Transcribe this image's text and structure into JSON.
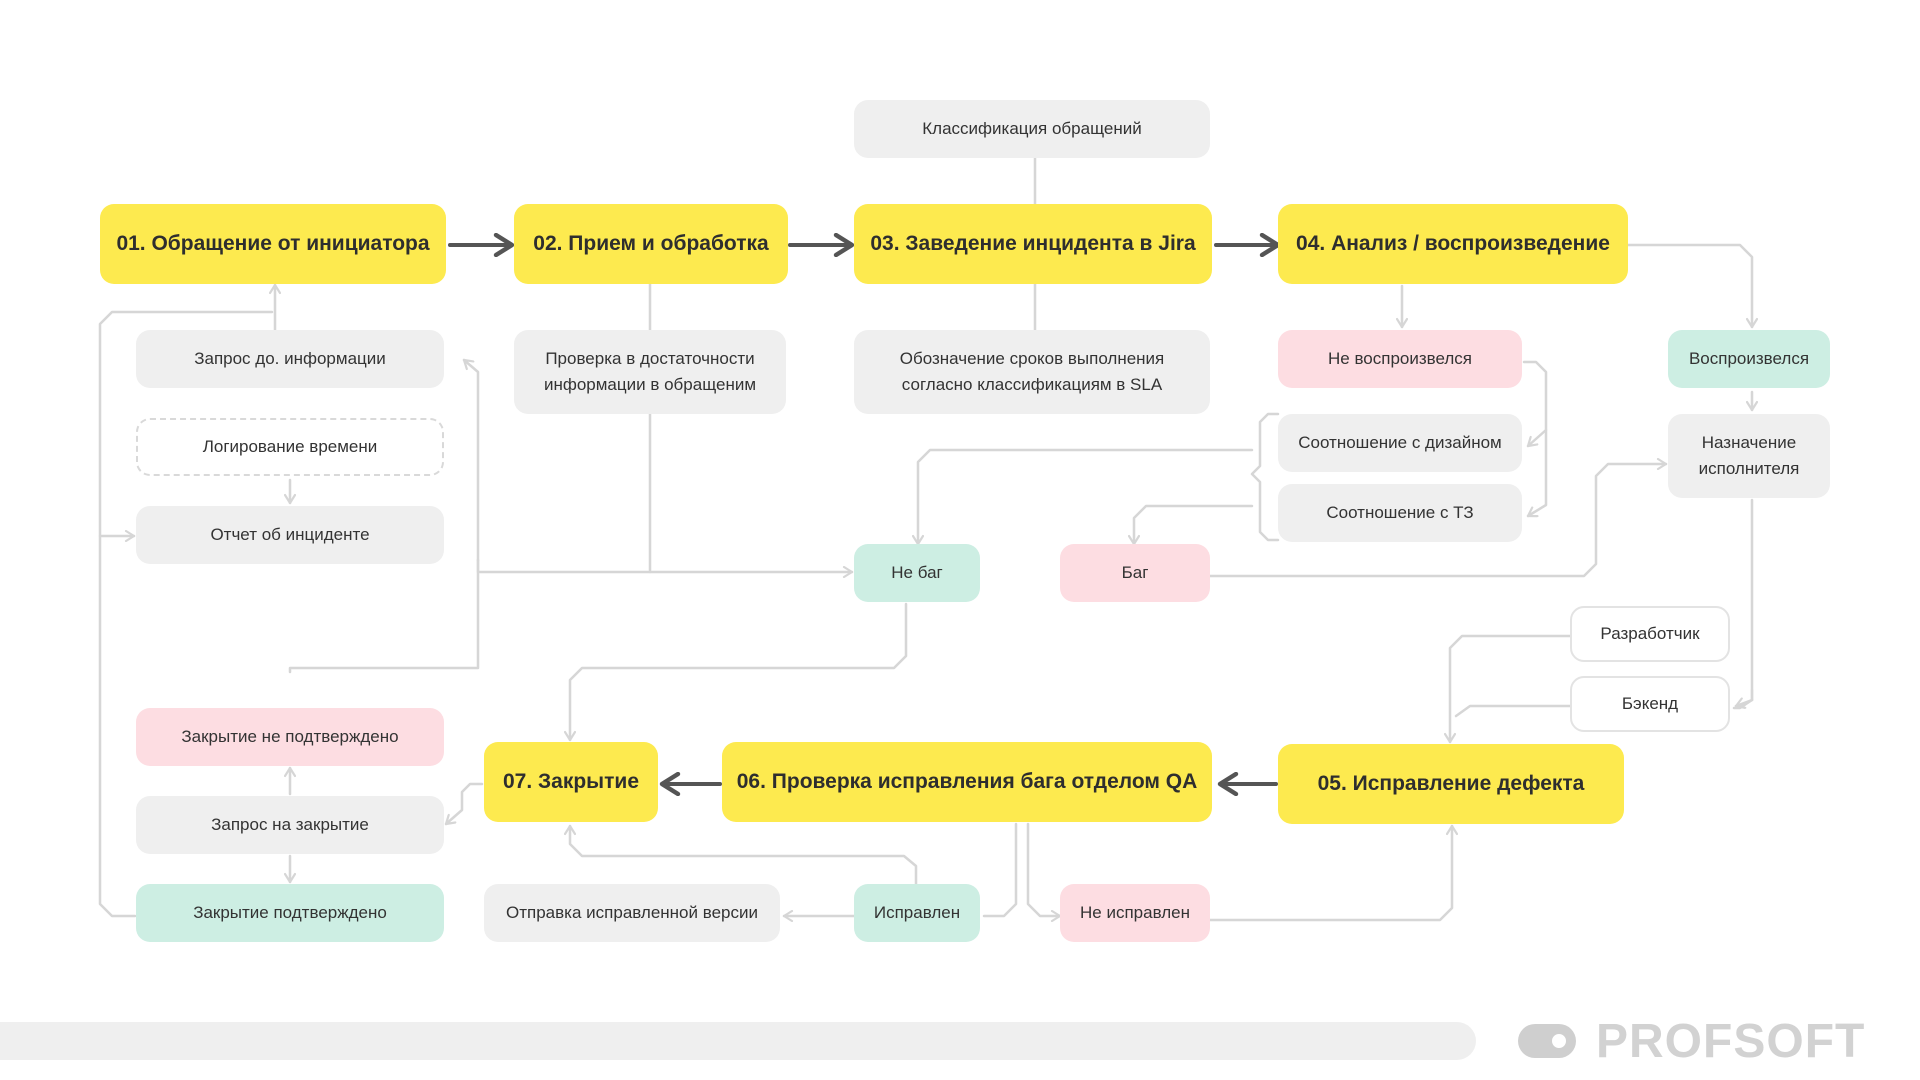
{
  "stages": {
    "s1": "01. Обращение от инициатора",
    "s2": "02. Прием и обработка",
    "s3": "03. Заведение инцидента в Jira",
    "s4": "04. Анализ / воспроизведение",
    "s5": "05. Исправление дефекта",
    "s6": "06. Проверка исправления бага отделом QA",
    "s7": "07. Закрытие"
  },
  "steps": {
    "classification": "Классификация обращений",
    "request_info": "Запрос до. информации",
    "time_logging": "Логирование времени",
    "incident_report": "Отчет об инциденте",
    "check_info": "Проверка в достаточности\nинформации в обращеним",
    "sla_terms": "Обозначение сроков выполнения\nсогласно классификациям в SLA",
    "not_reproduced": "Не воспроизвелся",
    "reproduced": "Воспроизвелся",
    "design_match": "Соотношение с дизайном",
    "spec_match": "Соотношение с ТЗ",
    "assign": "Назначение\nисполнителя",
    "not_bug": "Не баг",
    "bug": "Баг",
    "developer": "Разработчик",
    "backend": "Бэкенд",
    "closure_not_confirmed": "Закрытие не подтверждено",
    "closure_request": "Запрос на закрытие",
    "closure_confirmed": "Закрытие подтверждено",
    "send_fixed": "Отправка исправленной версии",
    "fixed": "Исправлен",
    "not_fixed": "Не исправлен"
  },
  "footer": {
    "brand": "PROFSOFT"
  },
  "colors": {
    "stage": "#fdea4f",
    "gray": "#efefef",
    "green": "#cdeee3",
    "pink": "#fddde2",
    "line": "#d6d6d6",
    "main_arrow": "#555555"
  }
}
